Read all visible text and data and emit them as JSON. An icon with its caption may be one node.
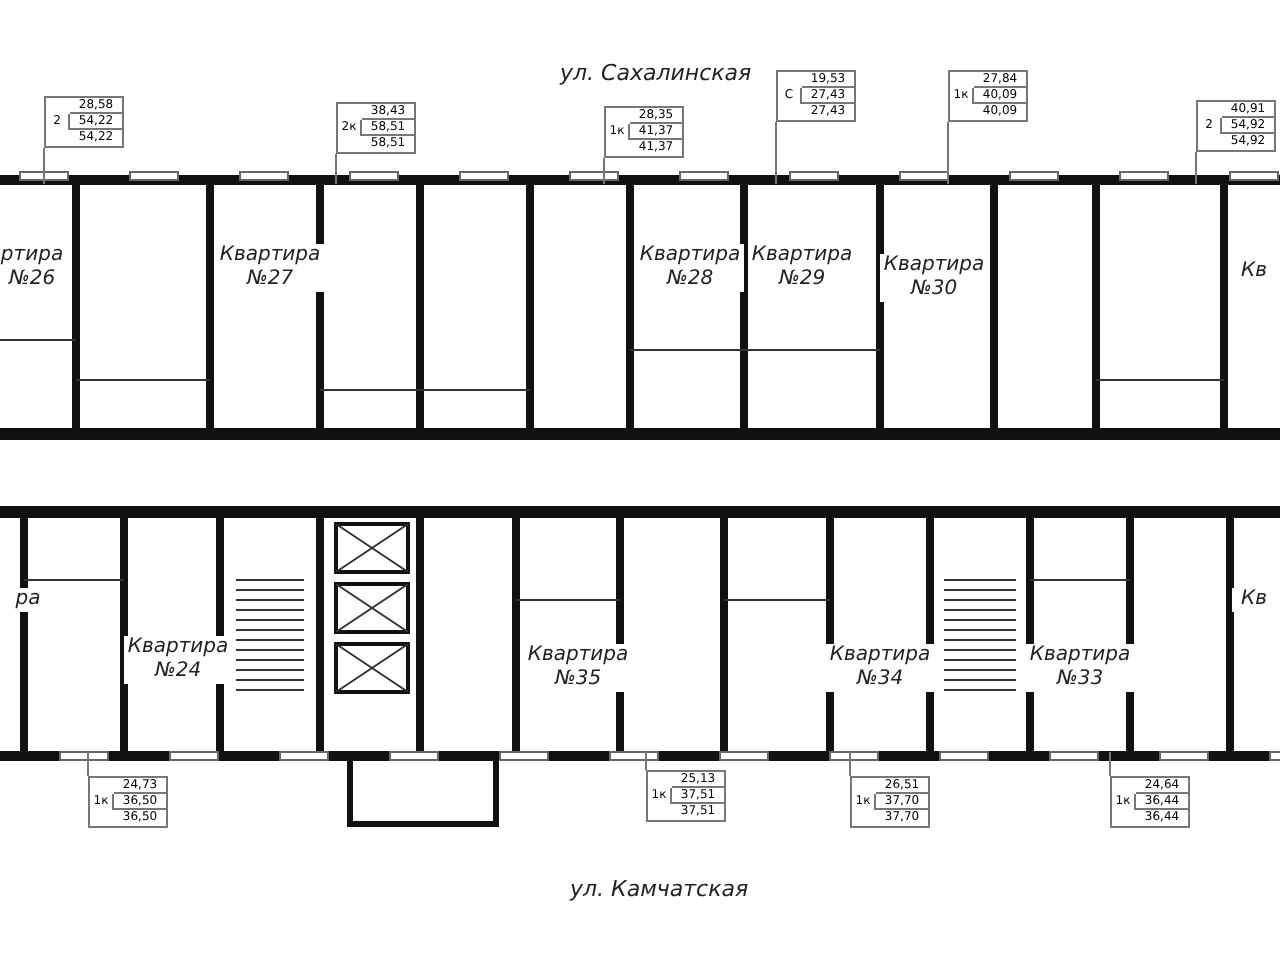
{
  "diagram": {
    "nodes": [
      {
        "text": [
          "2",
          "28,58",
          "54,22",
          "54,22"
        ]
      },
      {
        "text": [
          "2к",
          "38,43",
          "58,51",
          "58,51"
        ]
      },
      {
        "text": [
          "1к",
          "28,35",
          "41,37",
          "41,37"
        ]
      },
      {
        "text": [
          "С",
          "19,53",
          "27,43",
          "27,43"
        ]
      },
      {
        "text": [
          "1к",
          "27,84",
          "40,09",
          "40,09"
        ]
      },
      {
        "text": [
          "2",
          "40,91",
          "54,92",
          "54,92"
        ]
      },
      {
        "text": [
          "1к",
          "24,73",
          "36,50",
          "36,50"
        ]
      },
      {
        "text": [
          "1к",
          "25,13",
          "37,51",
          "37,51"
        ]
      },
      {
        "text": [
          "1к",
          "26,51",
          "37,70",
          "37,70"
        ]
      },
      {
        "text": [
          "1к",
          "24,64",
          "36,44",
          "36,44"
        ]
      }
    ],
    "edges": [
      {
        "from": 0,
        "to": null,
        "arrow": "none"
      },
      {
        "from": 1,
        "to": null,
        "arrow": "none"
      },
      {
        "from": 2,
        "to": null,
        "arrow": "none"
      },
      {
        "from": 3,
        "to": null,
        "arrow": "none"
      },
      {
        "from": 4,
        "to": null,
        "arrow": "none"
      },
      {
        "from": 5,
        "to": null,
        "arrow": "none"
      },
      {
        "from": 6,
        "to": null,
        "arrow": "none"
      },
      {
        "from": 7,
        "to": null,
        "arrow": "none"
      },
      {
        "from": 8,
        "to": null,
        "arrow": "none"
      },
      {
        "from": 9,
        "to": null,
        "arrow": "none"
      }
    ],
    "labels": [
      "ул. Сахалинская",
      "ртира №26",
      "Квартира №27",
      "Квартира №28",
      "Квартира №29",
      "Квартира №30",
      "Кв",
      "ра",
      "Квартира №24",
      "Квартира №35",
      "Квартира №34",
      "Квартира №33",
      "Кв",
      "ул. Камчатская"
    ]
  }
}
